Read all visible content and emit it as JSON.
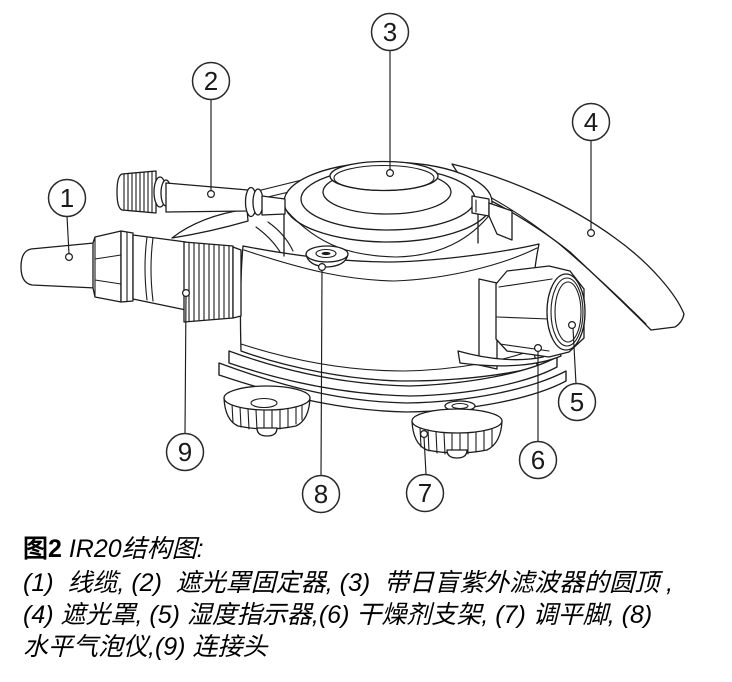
{
  "figure": {
    "caption": {
      "figure_label": "图2",
      "figure_title": " IR20结构图:",
      "parts_lines": [
        "(1)  线缆, (2)  遮光罩固定器, (3)  带日盲紫外滤波器的圆顶 ,",
        "(4) 遮光罩, (5) 湿度指示器,(6) 干燥剂支架, (7) 调平脚, (8)",
        "水平气泡仪,(9) 连接头"
      ]
    },
    "parts": [
      {
        "number": "1",
        "name": "线缆"
      },
      {
        "number": "2",
        "name": "遮光罩固定器"
      },
      {
        "number": "3",
        "name": "带日盲紫外滤波器的圆顶"
      },
      {
        "number": "4",
        "name": "遮光罩"
      },
      {
        "number": "5",
        "name": "湿度指示器"
      },
      {
        "number": "6",
        "name": "干燥剂支架"
      },
      {
        "number": "7",
        "name": "调平脚"
      },
      {
        "number": "8",
        "name": "水平气泡仪"
      },
      {
        "number": "9",
        "name": "连接头"
      }
    ],
    "callouts": [
      {
        "number": "1",
        "part": "线缆",
        "circle": [
          67,
          198
        ],
        "line": [
          67,
          216,
          69,
          254
        ],
        "dot": [
          69,
          257
        ]
      },
      {
        "number": "2",
        "part": "遮光罩固定器",
        "circle": [
          211,
          81
        ],
        "line": [
          211,
          100,
          211,
          191
        ],
        "dot": [
          211,
          194
        ]
      },
      {
        "number": "3",
        "part": "带日盲紫外滤波器的圆顶",
        "circle": [
          390,
          32
        ],
        "line": [
          390,
          51,
          390,
          170
        ],
        "dot": [
          390,
          173
        ]
      },
      {
        "number": "4",
        "part": "遮光罩",
        "circle": [
          591,
          122
        ],
        "line": [
          591,
          141,
          591,
          230
        ],
        "dot": [
          591,
          233
        ]
      },
      {
        "number": "5",
        "part": "湿度指示器",
        "circle": [
          577,
          402
        ],
        "line": [
          576,
          384,
          573,
          328
        ],
        "dot": [
          572,
          325
        ]
      },
      {
        "number": "6",
        "part": "干燥剂支架",
        "circle": [
          538,
          460
        ],
        "line": [
          538,
          441,
          538,
          351
        ],
        "dot": [
          538,
          348
        ]
      },
      {
        "number": "7",
        "part": "调平脚",
        "circle": [
          425,
          493
        ],
        "line": [
          426,
          474,
          424,
          437
        ],
        "dot": [
          424,
          434
        ]
      },
      {
        "number": "8",
        "part": "水平气泡仪",
        "circle": [
          321,
          494
        ],
        "line": [
          321,
          475,
          322,
          270
        ],
        "dot": [
          322,
          267
        ]
      },
      {
        "number": "9",
        "part": "连接头",
        "circle": [
          185,
          452
        ],
        "line": [
          185,
          434,
          186,
          296
        ],
        "dot": [
          186,
          293
        ]
      }
    ],
    "colors": {
      "line": "#1c1c1c",
      "background": "#ffffff",
      "number_text": "#1a1a1a"
    }
  }
}
